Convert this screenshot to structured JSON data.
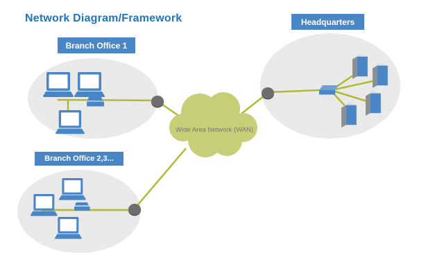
{
  "title": "Network Diagram/Framework",
  "regions": {
    "branch1": {
      "label": "Branch Office 1",
      "devices": [
        "laptop",
        "laptop",
        "laptop",
        "hub"
      ]
    },
    "branch23": {
      "label": "Branch Office 2,3...",
      "devices": [
        "laptop",
        "laptop",
        "laptop",
        "hub"
      ]
    },
    "headquarters": {
      "label": "Headquarters",
      "devices": [
        "switch",
        "server",
        "server",
        "server",
        "server"
      ]
    }
  },
  "wan": {
    "label": "Wide Area Network (WAN)"
  },
  "colors": {
    "accent_blue": "#4A86C6",
    "switch_top_blue": "#6FA0D4",
    "server_side_gray": "#8C9091",
    "server_top_gray": "#D9DDDE",
    "ellipse_gray": "#E9E9EA",
    "cloud_olive": "#C6CE77",
    "line_olive": "#AFBA33",
    "connector_gray": "#6E6E6E",
    "connector_shadow": "#525252",
    "title_blue": "#2274BE",
    "wan_text_gray": "#77797C",
    "label_bg_blue": "#4A86C6",
    "label_text_white": "#FFFFFF"
  }
}
